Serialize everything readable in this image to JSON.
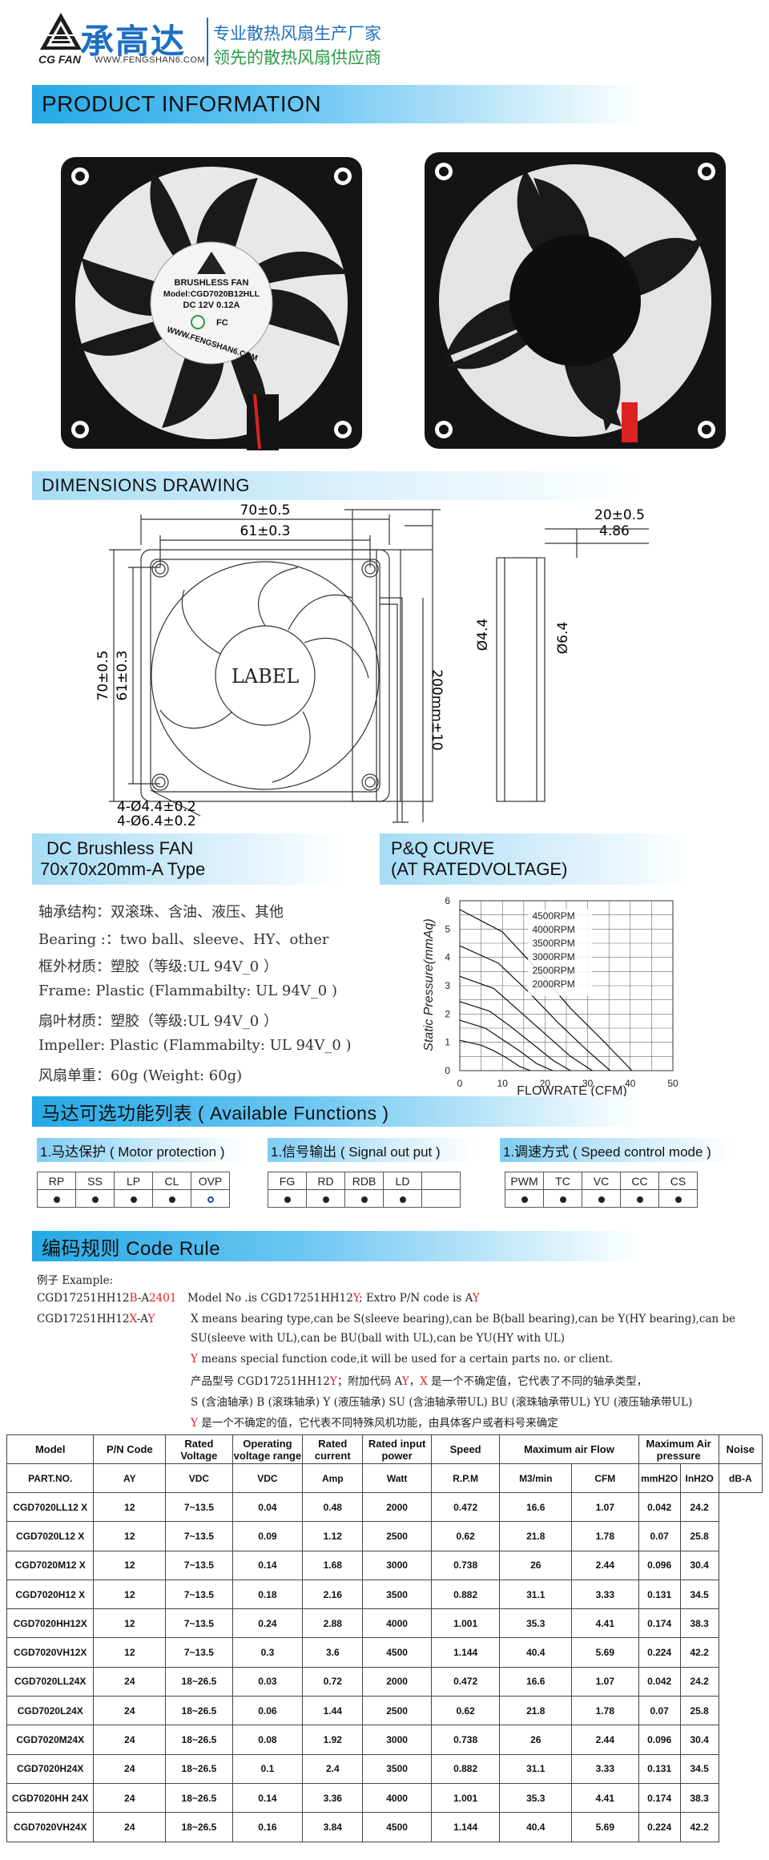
{
  "header": {
    "brand_cn": "承高达",
    "brand_en": "CG FAN",
    "url": "WWW.FENGSHAN6.COM",
    "tagline1": "专业散热风扇生产厂家",
    "tagline2": "领先的散热风扇供应商"
  },
  "sections": {
    "product_info": "PRODUCT  INFORMATION",
    "dimensions": "DIMENSIONS  DRAWING",
    "fan_title1": "DC  Brushless  FAN",
    "fan_title2": "70x70x20mm-A Type",
    "pq_title1": "P&Q  CURVE",
    "pq_title2": "(AT  RATEDVOLTAGE)",
    "functions": "马达可选功能列表 ( Available  Functions )",
    "code_rule": "编码规则 Code  Rule"
  },
  "fan_label": {
    "line1": "BRUSHLESS FAN",
    "line2": "Model:CGD7020B12HLL",
    "line3": "DC 12V  0.12A",
    "url": "WWW.FENGSHAN6.COM"
  },
  "drawing": {
    "w_outer": "70±0.5",
    "w_inner": "61±0.3",
    "h_outer": "70±0.5",
    "h_inner": "61±0.3",
    "label": "LABEL",
    "lead": "200mm±10",
    "hole1": "4-Ø4.4±0.2",
    "hole2": "4-Ø6.4±0.2",
    "depth": "20±0.5",
    "depth_inner": "4.86",
    "d1": "Ø4.4",
    "d2": "Ø6.4"
  },
  "specs": [
    "轴承结构：双滚珠、含油、液压、其他",
    "Bearing :：two  ball、sleeve、HY、other",
    "框外材质：塑胶（等级:UL 94V_0 ）",
    "Frame: Plastic (Flammabilty: UL 94V_0 )",
    "扇叶材质：塑胶（等级:UL 94V_0 ）",
    "Impeller: Plastic  (Flammabilty: UL 94V_0 )",
    "风扇单重：60g (Weight: 60g)"
  ],
  "chart_data": {
    "type": "line",
    "xlabel": "FLOWRATE (CFM)",
    "ylabel": "Static Pressure(mmAq)",
    "xlim": [
      0,
      50
    ],
    "ylim": [
      0,
      6
    ],
    "x_ticks": [
      "0",
      "10",
      "20",
      "30",
      "40",
      "50"
    ],
    "y_ticks": [
      "0",
      "1",
      "2",
      "3",
      "4",
      "5",
      "6"
    ],
    "grid": true,
    "series": [
      {
        "name": "4500RPM",
        "points": [
          [
            0,
            5.69
          ],
          [
            10,
            4.9
          ],
          [
            18,
            3.6
          ],
          [
            26,
            2.2
          ],
          [
            34,
            1.0
          ],
          [
            40.4,
            0
          ]
        ]
      },
      {
        "name": "4000RPM",
        "points": [
          [
            0,
            4.41
          ],
          [
            9,
            3.8
          ],
          [
            16,
            2.8
          ],
          [
            23,
            1.7
          ],
          [
            30,
            0.7
          ],
          [
            35.3,
            0
          ]
        ]
      },
      {
        "name": "3500RPM",
        "points": [
          [
            0,
            3.33
          ],
          [
            8,
            2.9
          ],
          [
            14,
            2.1
          ],
          [
            20,
            1.3
          ],
          [
            26,
            0.5
          ],
          [
            31.1,
            0
          ]
        ]
      },
      {
        "name": "3000RPM",
        "points": [
          [
            0,
            2.44
          ],
          [
            7,
            2.1
          ],
          [
            12,
            1.55
          ],
          [
            17,
            0.95
          ],
          [
            22,
            0.35
          ],
          [
            26,
            0
          ]
        ]
      },
      {
        "name": "2500RPM",
        "points": [
          [
            0,
            1.78
          ],
          [
            6,
            1.5
          ],
          [
            10,
            1.1
          ],
          [
            14,
            0.7
          ],
          [
            18,
            0.25
          ],
          [
            21.8,
            0
          ]
        ]
      },
      {
        "name": "2000RPM",
        "points": [
          [
            0,
            1.07
          ],
          [
            5,
            0.9
          ],
          [
            8,
            0.7
          ],
          [
            11,
            0.45
          ],
          [
            14,
            0.15
          ],
          [
            16.6,
            0
          ]
        ]
      }
    ]
  },
  "functions": {
    "groups": [
      {
        "label": "1.马达保护 ( Motor  protection )",
        "cols": [
          "RP",
          "SS",
          "LP",
          "CL",
          "OVP"
        ],
        "dots": [
          "solid",
          "solid",
          "solid",
          "solid",
          "hollow"
        ]
      },
      {
        "label": "1.信号输出 ( Signal   out  put )",
        "cols": [
          "FG",
          "RD",
          "RDB",
          "LD",
          ""
        ],
        "dots": [
          "solid",
          "solid",
          "solid",
          "solid",
          ""
        ]
      },
      {
        "label": "1.调速方式 ( Speed  control mode )",
        "cols": [
          "PWM",
          "TC",
          "VC",
          "CC",
          "CS"
        ],
        "dots": [
          "solid",
          "solid",
          "solid",
          "solid",
          "solid"
        ]
      }
    ]
  },
  "code_rule": {
    "example_label": "例子  Example:",
    "ex1_a": "CGD17251HH12",
    "ex1_b": "B",
    "ex1_c": "-A",
    "ex1_d": "2401",
    "ex2_a": "CGD17251HH12",
    "ex2_b": "X",
    "ex2_c": "-A",
    "ex2_d": "Y",
    "model_text_a": "Model  No .is  CGD17251HH12",
    "model_text_b": "Y",
    "model_text_c": "; Extro  P/N  code  is  A",
    "model_text_d": "Y",
    "x_line1": "X  means bearing type,can be S(sleeve bearing),can be B(ball bearing),can be Y(HY bearing),can be",
    "x_line2": "SU(sleeve with UL),can be BU(ball with UL),can be YU(HY with UL)",
    "y_line_a": "Y",
    "y_line_b": "  means special function code,it will be used for a certain parts no. or client.",
    "cn1_a": "产品型号  CGD17251HH12",
    "cn1_b": "Y",
    "cn1_c": "；附加代码  A",
    "cn1_d": "Y",
    "cn1_e": "，",
    "cn1_f": "X",
    "cn1_g": " 是一个不确定值，它代表了不同的轴承类型，",
    "cn2": "S  (含油轴承) B (滚珠轴承) Y (液压轴承) SU (含油轴承带UL) BU (滚珠轴承带UL) YU (液压轴承带UL)",
    "cn3_a": "Y",
    "cn3_b": " 是一个不确定的值，它代表不同特殊风机功能，由具体客户或者料号来确定"
  },
  "table": {
    "headers": [
      "Model",
      "P/N Code",
      "Rated Voltage",
      "Operating voltage range",
      "Rated current",
      "Rated input power",
      "Speed",
      "Maximum air Flow",
      "Maximum Air pressure",
      "Noise"
    ],
    "subheaders": [
      "PART.NO.",
      "",
      "VDC",
      "VDC",
      "Amp",
      "Watt",
      "R.P.M",
      "M3/min",
      "CFM",
      "mmH2O",
      "InH2O",
      "dB-A"
    ],
    "pn_code": "AY",
    "rows": [
      [
        "CGD7020LL12 X",
        "12",
        "7~13.5",
        "0.04",
        "0.48",
        "2000",
        "0.472",
        "16.6",
        "1.07",
        "0.042",
        "24.2"
      ],
      [
        "CGD7020L12 X",
        "12",
        "7~13.5",
        "0.09",
        "1.12",
        "2500",
        "0.62",
        "21.8",
        "1.78",
        "0.07",
        "25.8"
      ],
      [
        "CGD7020M12 X",
        "12",
        "7~13.5",
        "0.14",
        "1.68",
        "3000",
        "0.738",
        "26",
        "2.44",
        "0.096",
        "30.4"
      ],
      [
        "CGD7020H12 X",
        "12",
        "7~13.5",
        "0.18",
        "2.16",
        "3500",
        "0.882",
        "31.1",
        "3.33",
        "0.131",
        "34.5"
      ],
      [
        "CGD7020HH12X",
        "12",
        "7~13.5",
        "0.24",
        "2.88",
        "4000",
        "1.001",
        "35.3",
        "4.41",
        "0.174",
        "38.3"
      ],
      [
        "CGD7020VH12X",
        "12",
        "7~13.5",
        "0.3",
        "3.6",
        "4500",
        "1.144",
        "40.4",
        "5.69",
        "0.224",
        "42.2"
      ],
      [
        "CGD7020LL24X",
        "24",
        "18~26.5",
        "0.03",
        "0.72",
        "2000",
        "0.472",
        "16.6",
        "1.07",
        "0.042",
        "24.2"
      ],
      [
        "CGD7020L24X",
        "24",
        "18~26.5",
        "0.06",
        "1.44",
        "2500",
        "0.62",
        "21.8",
        "1.78",
        "0.07",
        "25.8"
      ],
      [
        "CGD7020M24X",
        "24",
        "18~26.5",
        "0.08",
        "1.92",
        "3000",
        "0.738",
        "26",
        "2.44",
        "0.096",
        "30.4"
      ],
      [
        "CGD7020H24X",
        "24",
        "18~26.5",
        "0.1",
        "2.4",
        "3500",
        "0.882",
        "31.1",
        "3.33",
        "0.131",
        "34.5"
      ],
      [
        "CGD7020HH 24X",
        "24",
        "18~26.5",
        "0.14",
        "3.36",
        "4000",
        "1.001",
        "35.3",
        "4.41",
        "0.174",
        "38.3"
      ],
      [
        "CGD7020VH24X",
        "24",
        "18~26.5",
        "0.16",
        "3.84",
        "4500",
        "1.144",
        "40.4",
        "5.69",
        "0.224",
        "42.2"
      ]
    ]
  }
}
